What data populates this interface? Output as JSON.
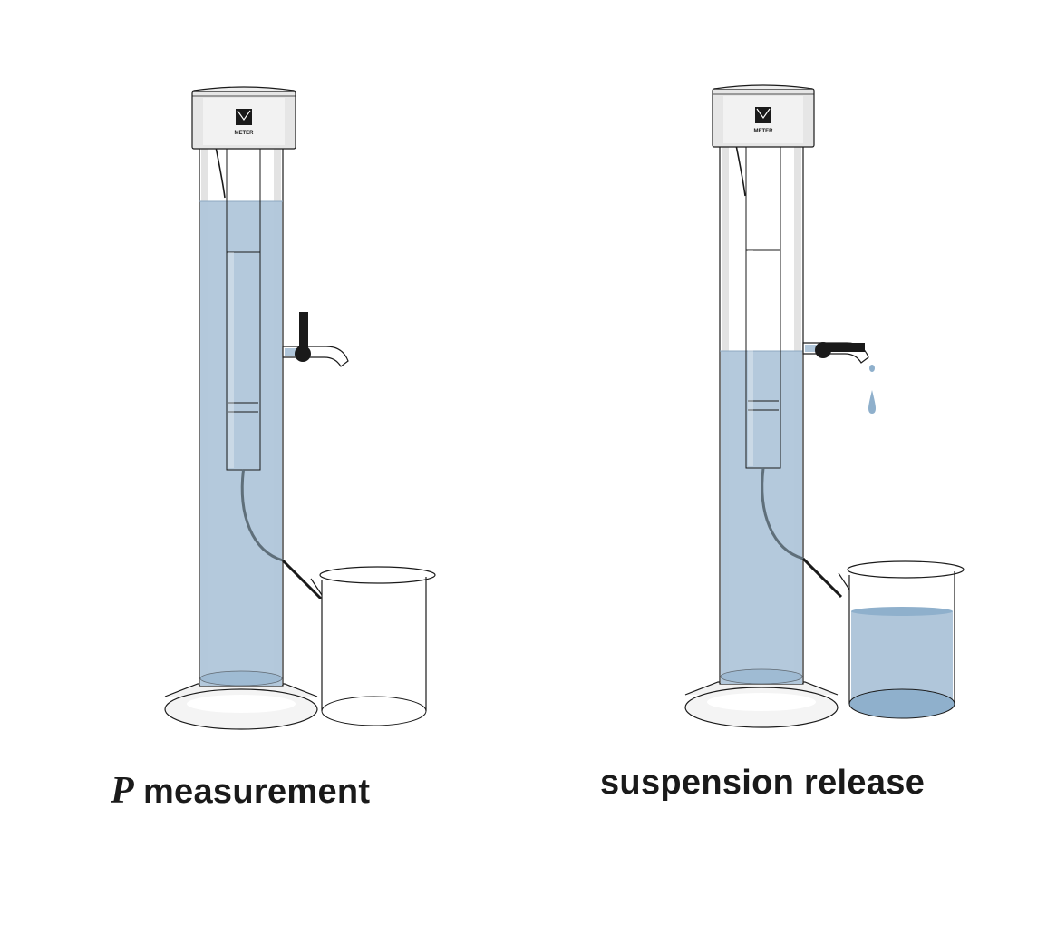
{
  "panels": [
    {
      "caption_variable": "P",
      "caption_text": "measurement",
      "logo_text": "METER",
      "valve_state": "closed",
      "beaker_fill_fraction": 0.0
    },
    {
      "caption_variable": "",
      "caption_text": "suspension release",
      "logo_text": "METER",
      "valve_state": "open",
      "beaker_fill_fraction": 0.75
    }
  ],
  "colors": {
    "liquid": "#b0c6da",
    "liquid_dark": "#8fb0cc",
    "outline": "#1a1a1a",
    "cap": "#e6e6e6",
    "glass_highlight": "#e3e3e3",
    "cable": "#5f6f7a",
    "valve": "#1a1a1a",
    "drop": "#8fb0cc"
  }
}
